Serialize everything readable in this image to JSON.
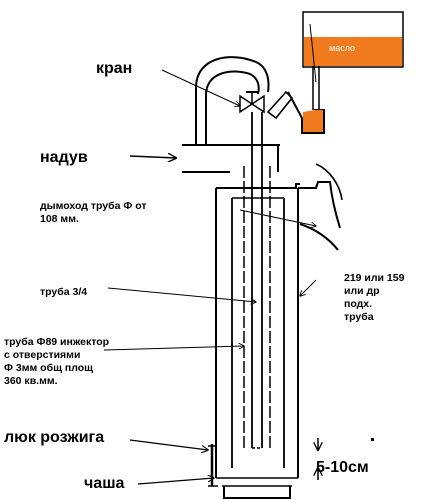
{
  "labels": {
    "kran": "кран",
    "naduv": "надув",
    "dymohod": "дымоход труба Ф от\n108 мм.",
    "truba34": "труба 3/4",
    "outer_pipe": "219 или 159\nили др\nподх.\nтруба",
    "injector": "труба Ф89 инжектор\nс отверстиями\nФ 3мм общ площ\n360 кв.мм.",
    "luk": "люк розжига",
    "chasha": "чаша",
    "gap": "5-10см",
    "oil_tank": "масло"
  },
  "colors": {
    "ink": "#000000",
    "oil": "#f07a1e",
    "tank_outline": "#000000"
  }
}
